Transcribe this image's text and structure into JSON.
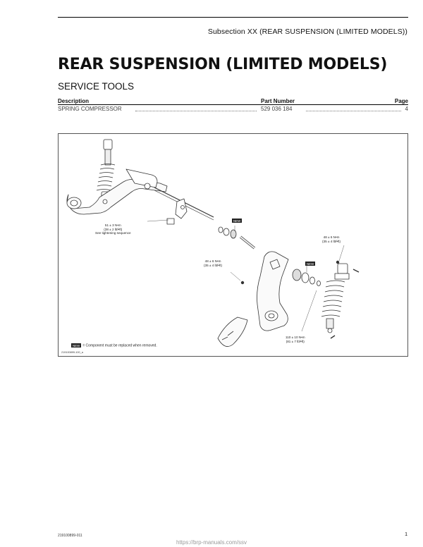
{
  "header": {
    "subsection": "Subsection XX (REAR SUSPENSION (LIMITED MODELS))"
  },
  "page_title": "REAR SUSPENSION (LIMITED MODELS)",
  "section_title": "SERVICE TOOLS",
  "tools_table": {
    "headers": {
      "description": "Description",
      "part_number": "Part Number",
      "page": "Page"
    },
    "rows": [
      {
        "description": "SPRING COMPRESSOR",
        "part_number": "529 036 184",
        "page": "4"
      }
    ]
  },
  "figure": {
    "callouts": {
      "torque_51": [
        "51 ± 3 N•m",
        "(38 ± 2 lbf•ft)",
        "See tightening sequence"
      ],
      "torque_48_center": [
        "48 ± 6 N•m",
        "(35 ± 4 lbf•ft)"
      ],
      "torque_48_right": [
        "48 ± 6 N•m",
        "(35 ± 4 lbf•ft)"
      ],
      "torque_110": [
        "110 ± 10 N•m",
        "(81 ± 7 lbf•ft)"
      ]
    },
    "new_badge": "NEW",
    "legend_text": "= Component must be replaced when removed.",
    "figure_code": "219100899-100_a"
  },
  "footer": {
    "doc_code": "219100899-011",
    "page_number": "1",
    "watermark": "https://brp-manuals.com/ssv"
  }
}
